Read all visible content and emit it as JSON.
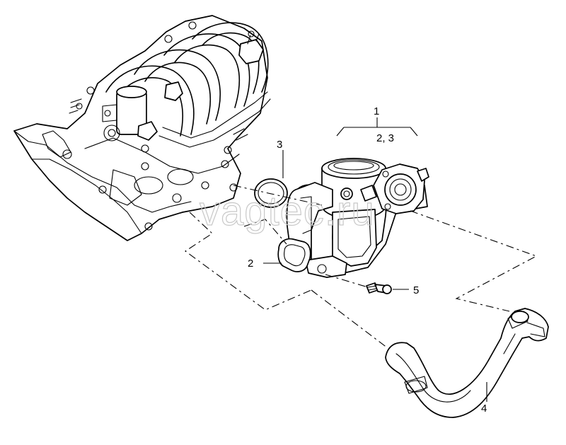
{
  "callouts": {
    "c1": "1",
    "c1_sub": "2, 3",
    "c2": "2",
    "c3": "3",
    "c4": "4",
    "c5": "5"
  },
  "watermark": "vagtec.ru",
  "colors": {
    "ink": "#000000",
    "paper": "#ffffff",
    "watermark": "#c8c8c8"
  }
}
